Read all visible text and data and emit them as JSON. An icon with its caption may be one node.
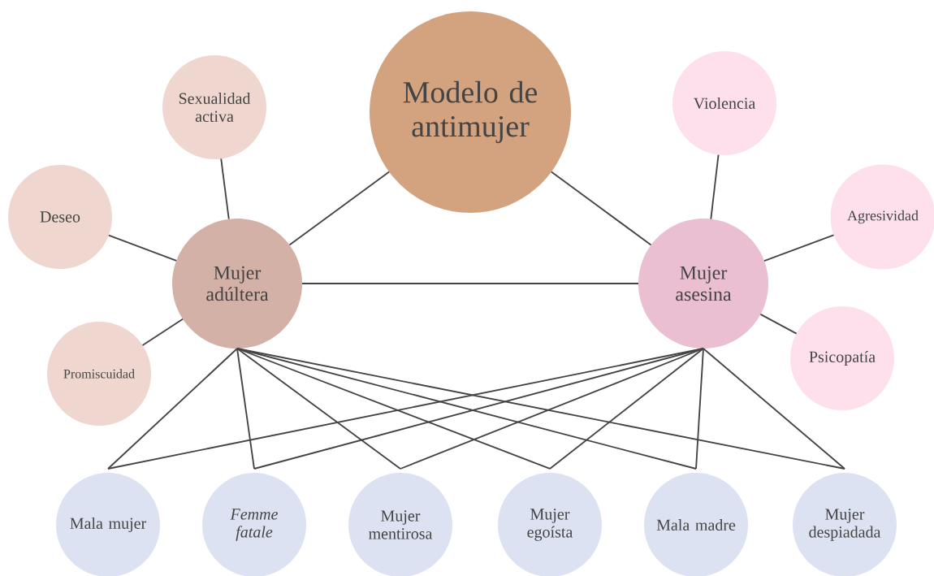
{
  "diagram": {
    "nodes": [
      {
        "text": [
          "Modelo de antimujer"
        ]
      },
      {
        "text": [
          "Mujer adúltera"
        ]
      },
      {
        "text": [
          "Sexualidad activa"
        ]
      },
      {
        "text": [
          "Deseo"
        ]
      },
      {
        "text": [
          "Promiscuidad"
        ]
      },
      {
        "text": [
          "Mujer asesina"
        ]
      },
      {
        "text": [
          "Violencia"
        ]
      },
      {
        "text": [
          "Agresividad"
        ]
      },
      {
        "text": [
          "Psicopatía"
        ]
      },
      {
        "text": [
          "Mala mujer"
        ]
      },
      {
        "text": [
          "Femme fatale"
        ]
      },
      {
        "text": [
          "Mujer mentirosa"
        ]
      },
      {
        "text": [
          "Mujer egoísta"
        ]
      },
      {
        "text": [
          "Mala madre"
        ]
      },
      {
        "text": [
          "Mujer despiadada"
        ]
      }
    ],
    "edges": [
      {
        "from": 0,
        "to": 1,
        "arrow": "none"
      },
      {
        "from": 0,
        "to": 5,
        "arrow": "none"
      },
      {
        "from": 1,
        "to": 2,
        "arrow": "none"
      },
      {
        "from": 1,
        "to": 3,
        "arrow": "none"
      },
      {
        "from": 1,
        "to": 4,
        "arrow": "none"
      },
      {
        "from": 1,
        "to": 5,
        "arrow": "none"
      },
      {
        "from": 5,
        "to": 6,
        "arrow": "none"
      },
      {
        "from": 5,
        "to": 7,
        "arrow": "none"
      },
      {
        "from": 5,
        "to": 8,
        "arrow": "none"
      },
      {
        "from": 1,
        "to": 9,
        "arrow": "none"
      },
      {
        "from": 1,
        "to": 10,
        "arrow": "none"
      },
      {
        "from": 1,
        "to": 11,
        "arrow": "none"
      },
      {
        "from": 1,
        "to": 12,
        "arrow": "none"
      },
      {
        "from": 1,
        "to": 13,
        "arrow": "none"
      },
      {
        "from": 1,
        "to": 14,
        "arrow": "none"
      },
      {
        "from": 5,
        "to": 9,
        "arrow": "none"
      },
      {
        "from": 5,
        "to": 10,
        "arrow": "none"
      },
      {
        "from": 5,
        "to": 11,
        "arrow": "none"
      },
      {
        "from": 5,
        "to": 12,
        "arrow": "none"
      },
      {
        "from": 5,
        "to": 13,
        "arrow": "none"
      },
      {
        "from": 5,
        "to": 14,
        "arrow": "none"
      }
    ]
  }
}
